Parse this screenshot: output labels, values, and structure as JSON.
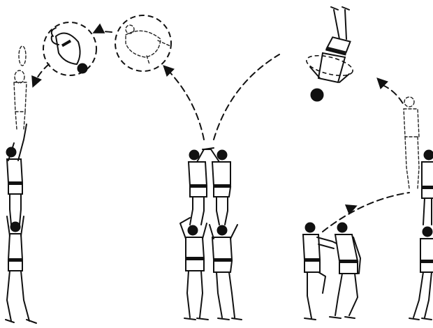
{
  "figure": {
    "panels": [
      {
        "id": "left",
        "action": "back-somersault-dismount"
      },
      {
        "id": "center",
        "action": "lift-to-handstand"
      },
      {
        "id": "right",
        "action": "throw-and-catch"
      }
    ],
    "icons": [
      "acrobat-figure",
      "trajectory-arrow",
      "rotation-circle"
    ]
  }
}
